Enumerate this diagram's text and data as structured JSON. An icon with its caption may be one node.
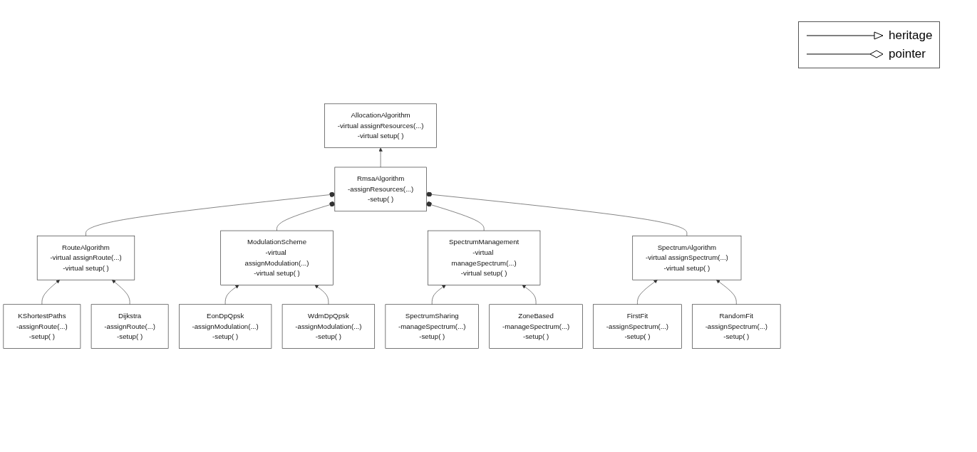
{
  "diagram": {
    "nodes": [
      {
        "text": [
          "AllocationAlgorithm",
          "-virtual assignResources(...)",
          "-virtual setup( )"
        ]
      },
      {
        "text": [
          "RmsaAlgorithm",
          "-assignResources(...)",
          "-setup( )"
        ]
      },
      {
        "text": [
          "RouteAlgorithm",
          "-virtual assignRoute(...)",
          "-virtual setup( )"
        ]
      },
      {
        "text": [
          "ModulationScheme",
          "-virtual assignModulation(...)",
          "-virtual setup( )"
        ]
      },
      {
        "text": [
          "SpectrumManagement",
          "-virtual manageSpectrum(...)",
          "-virtual setup( )"
        ]
      },
      {
        "text": [
          "SpectrumAlgorithm",
          "-virtual assignSpectrum(...)",
          "-virtual setup( )"
        ]
      },
      {
        "text": [
          "KShortestPaths",
          "-assignRoute(...)",
          "-setup( )"
        ]
      },
      {
        "text": [
          "EonDpQpsk",
          "-assignModulation(...)",
          "-setup( )"
        ]
      },
      {
        "text": [
          "SpectrumSharing",
          "-manageSpectrum(...)",
          "-setup( )"
        ]
      },
      {
        "text": [
          "FirstFit",
          "-assignSpectrum(...)",
          "-setup( )"
        ]
      },
      {
        "text": [
          "Dijkstra",
          "-assignRoute(...)",
          "-setup( )"
        ]
      },
      {
        "text": [
          "WdmDpQpsk",
          "-assignModulation(...)",
          "-setup( )"
        ]
      },
      {
        "text": [
          "ZoneBased",
          "-manageSpectrum(...)",
          "-setup( )"
        ]
      },
      {
        "text": [
          "RandomFit",
          "-assignSpectrum(...)",
          "-setup( )"
        ]
      }
    ],
    "edges": [
      {
        "from": 1,
        "to": 0,
        "arrow": "to"
      },
      {
        "from": 2,
        "to": 1,
        "arrow": "other"
      },
      {
        "from": 3,
        "to": 1,
        "arrow": "other"
      },
      {
        "from": 4,
        "to": 1,
        "arrow": "other"
      },
      {
        "from": 5,
        "to": 1,
        "arrow": "other"
      },
      {
        "from": 6,
        "to": 2,
        "arrow": "to"
      },
      {
        "from": 10,
        "to": 2,
        "arrow": "to"
      },
      {
        "from": 7,
        "to": 3,
        "arrow": "to"
      },
      {
        "from": 11,
        "to": 3,
        "arrow": "to"
      },
      {
        "from": 8,
        "to": 4,
        "arrow": "to"
      },
      {
        "from": 12,
        "to": 4,
        "arrow": "to"
      },
      {
        "from": 9,
        "to": 5,
        "arrow": "to"
      },
      {
        "from": 13,
        "to": 5,
        "arrow": "to"
      }
    ],
    "legend": [
      {
        "text": "heritage"
      },
      {
        "text": "pointer"
      }
    ]
  }
}
